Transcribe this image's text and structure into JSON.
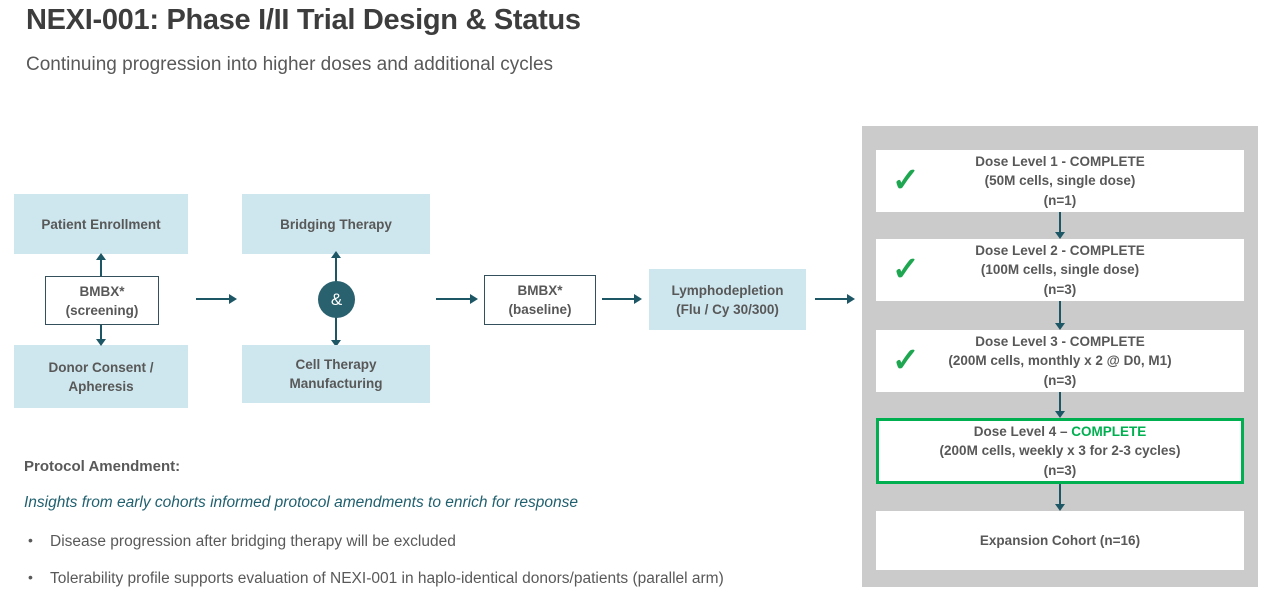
{
  "header": {
    "title": "NEXI-001: Phase I/II Trial Design & Status",
    "subtitle": "Continuing progression into higher doses and additional cycles"
  },
  "flowchart": {
    "patient_enrollment": {
      "label": "Patient Enrollment"
    },
    "bmbx_screening": {
      "line1": "BMBX*",
      "line2": "(screening)"
    },
    "donor_consent": {
      "line1": "Donor Consent /",
      "line2": "Apheresis"
    },
    "bridging_therapy": {
      "label": "Bridging Therapy"
    },
    "and_connector": {
      "symbol": "&"
    },
    "cell_therapy": {
      "line1": "Cell Therapy",
      "line2": "Manufacturing"
    },
    "bmbx_baseline": {
      "line1": "BMBX*",
      "line2": "(baseline)"
    },
    "lymphodepletion": {
      "line1": "Lymphodepletion",
      "line2": "(Flu / Cy 30/300)"
    }
  },
  "dose_panel": {
    "check_glyph": "✓",
    "levels": [
      {
        "title": "Dose Level 1 - COMPLETE",
        "detail": "(50M cells, single dose)",
        "n": "(n=1)",
        "checked": true
      },
      {
        "title": "Dose Level 2 - COMPLETE",
        "detail": "(100M cells, single dose)",
        "n": "(n=3)",
        "checked": true
      },
      {
        "title": "Dose Level 3 - COMPLETE",
        "detail": "(200M cells, monthly x 2 @ D0, M1)",
        "n": "(n=3)",
        "checked": true
      },
      {
        "title_prefix": "Dose Level 4 – ",
        "title_highlight": "COMPLETE",
        "detail": "(200M cells, weekly x 3 for 2-3 cycles)",
        "n": "(n=3)",
        "checked": false,
        "highlighted": true
      }
    ],
    "expansion": {
      "label": "Expansion Cohort (n=16)"
    }
  },
  "notes": {
    "heading": "Protocol Amendment:",
    "insight": "Insights from early cohorts informed protocol amendments to enrich for response",
    "bullet_glyph": "•",
    "bullets": [
      "Disease progression after bridging therapy will be excluded",
      "Tolerability profile supports evaluation of NEXI-001 in haplo-identical donors/patients (parallel arm)"
    ]
  },
  "colors": {
    "light_blue": "#cee7ee",
    "panel_gray": "#cccbcb",
    "teal_dark": "#1d5665",
    "teal_circle": "#2a616e",
    "green": "#00b050",
    "text_gray": "#595959"
  }
}
